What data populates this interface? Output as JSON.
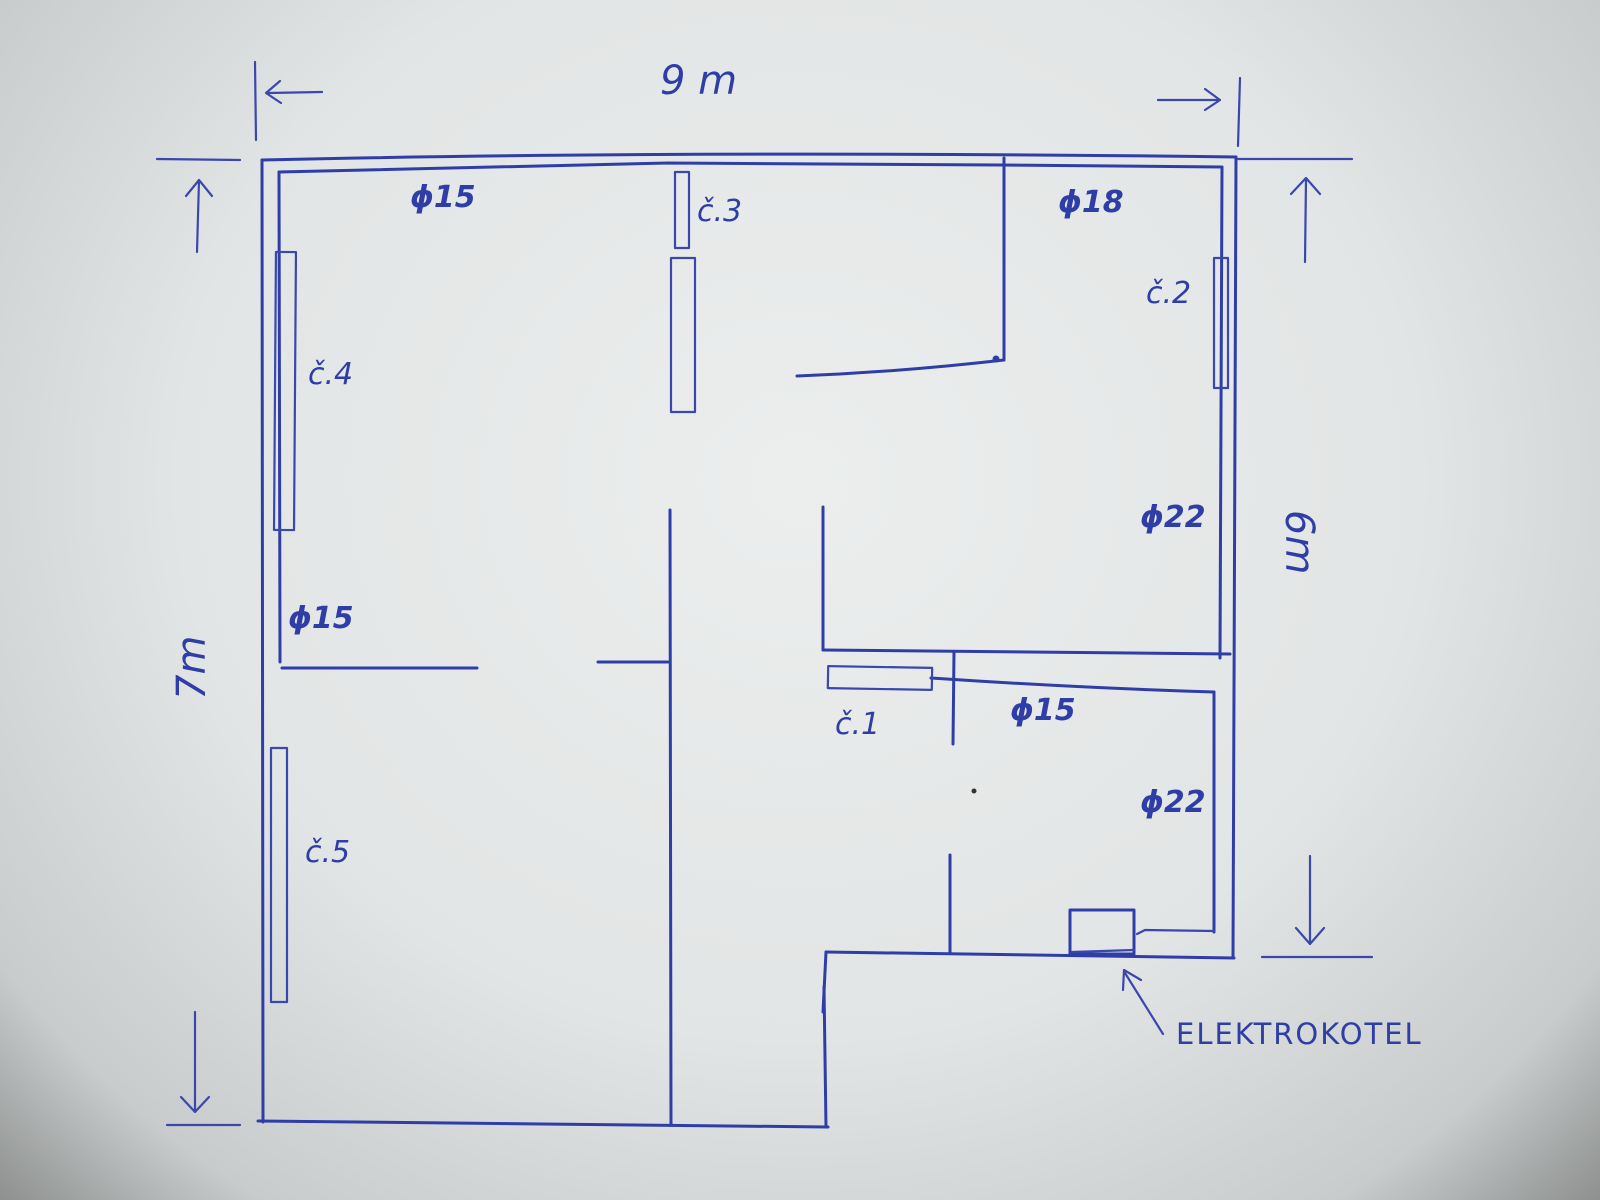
{
  "dimensions": {
    "top_width": "9 m",
    "left_height": "7m",
    "right_height": "6m"
  },
  "radiators": {
    "c1": "č.1",
    "c2": "č.2",
    "c3": "č.3",
    "c4": "č.4",
    "c5": "č.5"
  },
  "pipes": {
    "top_left": "ϕ15",
    "top_right": "ϕ18",
    "right_upper": "ϕ22",
    "left_mid": "ϕ15",
    "middle_right": "ϕ15",
    "right_lower": "ϕ22"
  },
  "boiler": {
    "label": "ELEKTROKOTEL"
  },
  "colors": {
    "ink": "#2f3ea6",
    "paper": "#e6e8e8"
  }
}
